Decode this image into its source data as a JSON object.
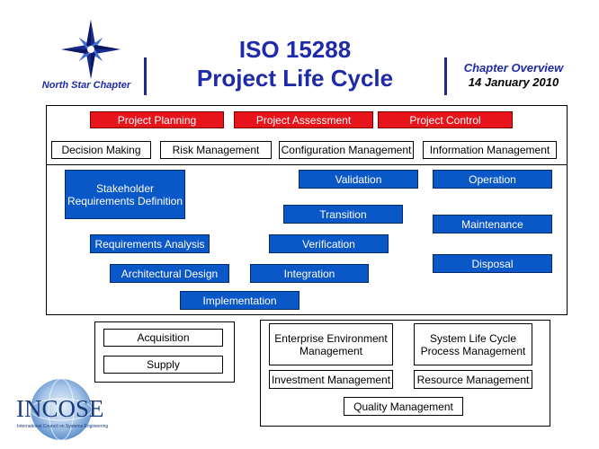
{
  "header": {
    "title_line1": "ISO 15288",
    "title_line2": "Project Life Cycle",
    "chapter_name": "North Star Chapter",
    "overview_label": "Chapter Overview",
    "date": "14 January 2010"
  },
  "project_processes": [
    "Project Planning",
    "Project Assessment",
    "Project Control"
  ],
  "management_processes": [
    "Decision Making",
    "Risk Management",
    "Configuration Management",
    "Information Management"
  ],
  "technical_processes": {
    "stakeholder_line1": "Stakeholder",
    "stakeholder_line2": "Requirements Definition",
    "requirements_analysis": "Requirements Analysis",
    "architectural_design": "Architectural Design",
    "implementation": "Implementation",
    "integration": "Integration",
    "verification": "Verification",
    "transition": "Transition",
    "validation": "Validation",
    "operation": "Operation",
    "maintenance": "Maintenance",
    "disposal": "Disposal"
  },
  "agreement_processes": [
    "Acquisition",
    "Supply"
  ],
  "enterprise_processes": {
    "enterprise_env_line1": "Enterprise Environment",
    "enterprise_env_line2": "Management",
    "system_lc_line1": "System Life Cycle",
    "system_lc_line2": "Process Management",
    "investment": "Investment Management",
    "resource": "Resource Management",
    "quality": "Quality Management"
  },
  "logo": {
    "name": "INCOSE",
    "tagline": "International Council on Systems Engineering"
  },
  "colors": {
    "project_red": "#e8141b",
    "technical_blue": "#0a57c7",
    "title_blue": "#1f2aa8"
  }
}
